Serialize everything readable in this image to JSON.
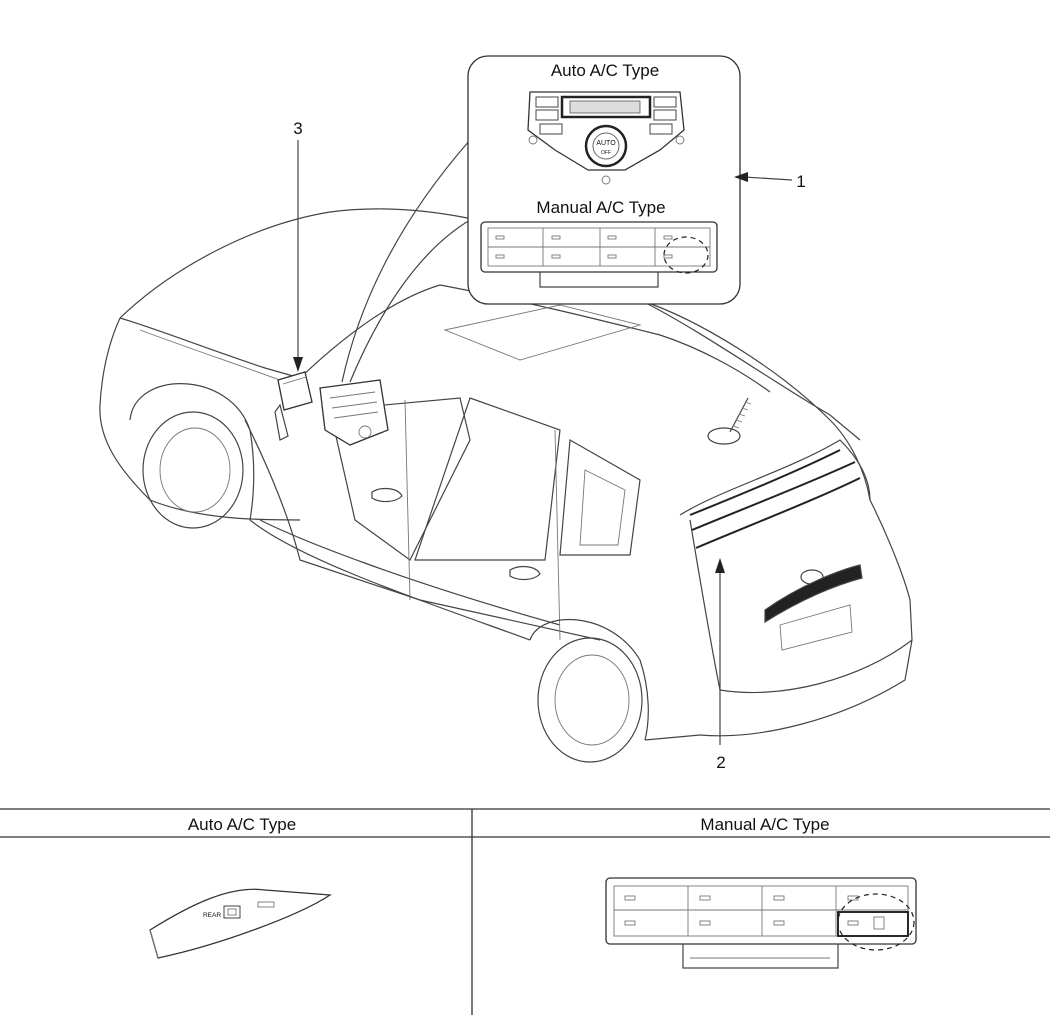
{
  "callout": {
    "auto_title": "Auto A/C Type",
    "manual_title": "Manual A/C Type",
    "auto_knob_text": "AUTO",
    "auto_knob_subtext": "OFF"
  },
  "labels": {
    "one": "1",
    "two": "2",
    "three": "3"
  },
  "table": {
    "headers": [
      "Auto A/C Type",
      "Manual A/C Type"
    ],
    "switch_text": "REAR"
  },
  "colors": {
    "line": "#333333",
    "background": "#ffffff"
  }
}
